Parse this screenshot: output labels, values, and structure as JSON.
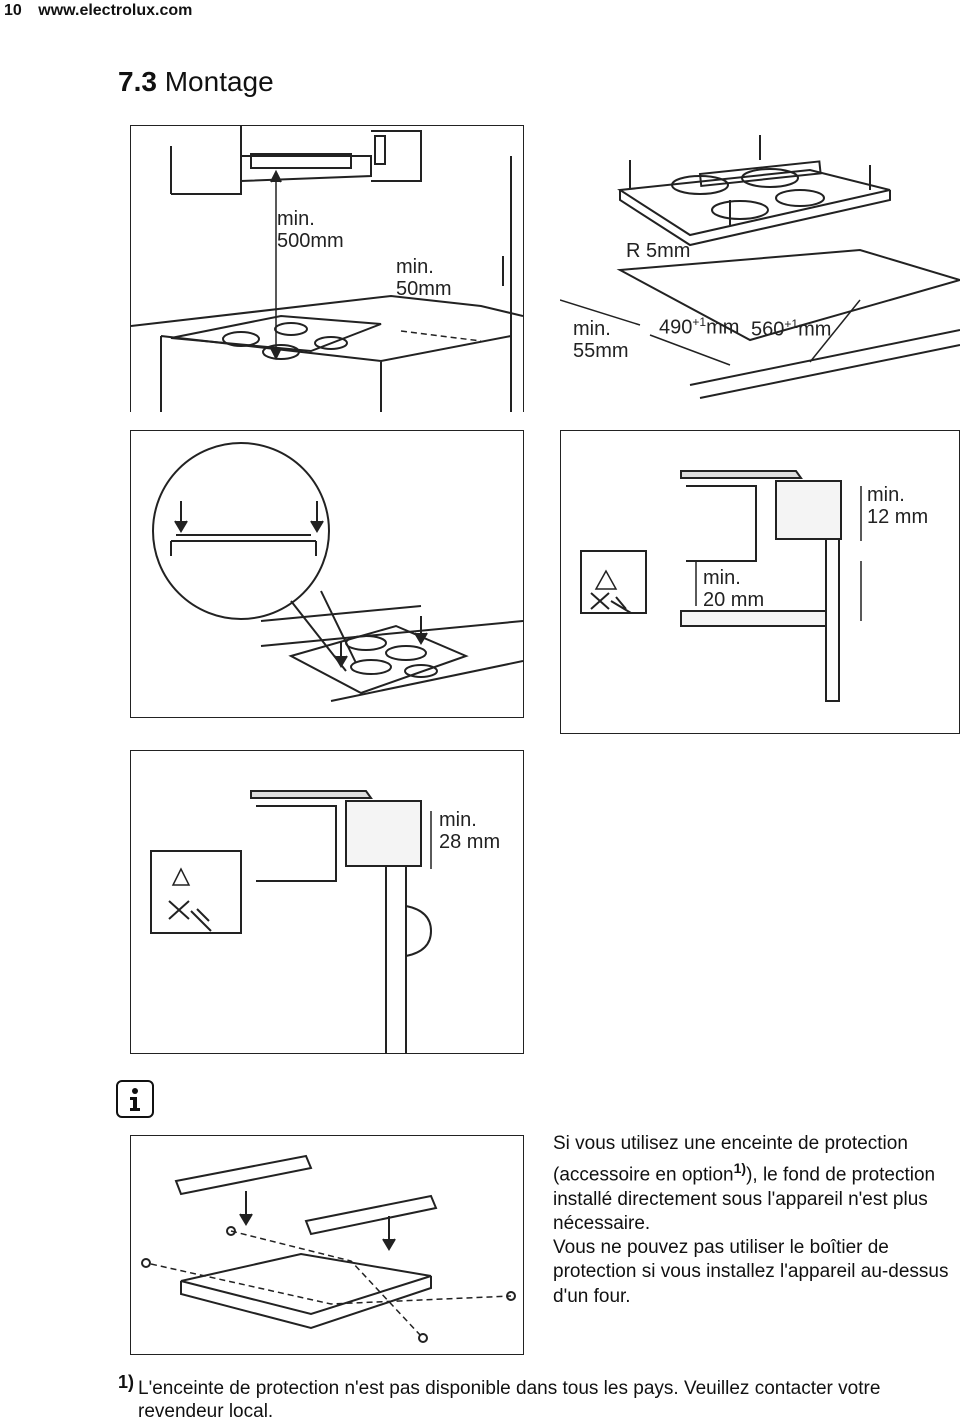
{
  "header": {
    "page_number": "10",
    "url": "www.electrolux.com"
  },
  "section": {
    "number": "7.3",
    "title": "Montage"
  },
  "figure1": {
    "label_500_min": "min.",
    "label_500_val": "500mm",
    "label_50_min": "min.",
    "label_50_val": "50mm",
    "label_55_min": "min.",
    "label_55_val": "55mm",
    "label_r5": "R 5mm",
    "label_490": "490",
    "label_490_sup": "+1",
    "label_490_unit": "mm",
    "label_560": "560",
    "label_560_sup": "+1",
    "label_560_unit": "mm"
  },
  "figure3": {
    "label_12_min": "min.",
    "label_12_val": "12 mm",
    "label_20_min": "min.",
    "label_20_val": "20 mm"
  },
  "figure4": {
    "label_28_min": "min.",
    "label_28_val": "28 mm"
  },
  "info": {
    "icon": "info-icon",
    "line1": "Si vous utilisez une enceinte de protection (accessoire en option",
    "footnote_ref": "1)",
    "line2": "), le fond de protection installé directement sous l'appareil n'est plus nécessaire.",
    "line3": "Vous ne pouvez pas utiliser le boîtier de protection si vous installez l'appareil au-dessus d'un four."
  },
  "footnote": {
    "mark": "1)",
    "text": "L'enceinte de protection n'est pas disponible dans tous les pays. Veuillez contacter votre revendeur local."
  }
}
